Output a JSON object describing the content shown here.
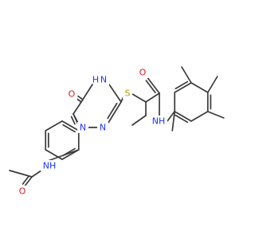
{
  "colors": {
    "bond": "#3a3a3a",
    "oxygen": "#e41a1c",
    "nitrogen": "#1f35ff",
    "sulfur": "#b3a000",
    "background": "#ffffff"
  },
  "atoms": {
    "o_ring": "O",
    "nh_ring": "H",
    "n_ring_h": "N",
    "s_thio": "S",
    "o_amide": "O",
    "nh_amide": "NH",
    "n_ring_a": "N",
    "n_ring_b": "N",
    "o_acetyl": "O",
    "nh_acetyl": "NH"
  }
}
